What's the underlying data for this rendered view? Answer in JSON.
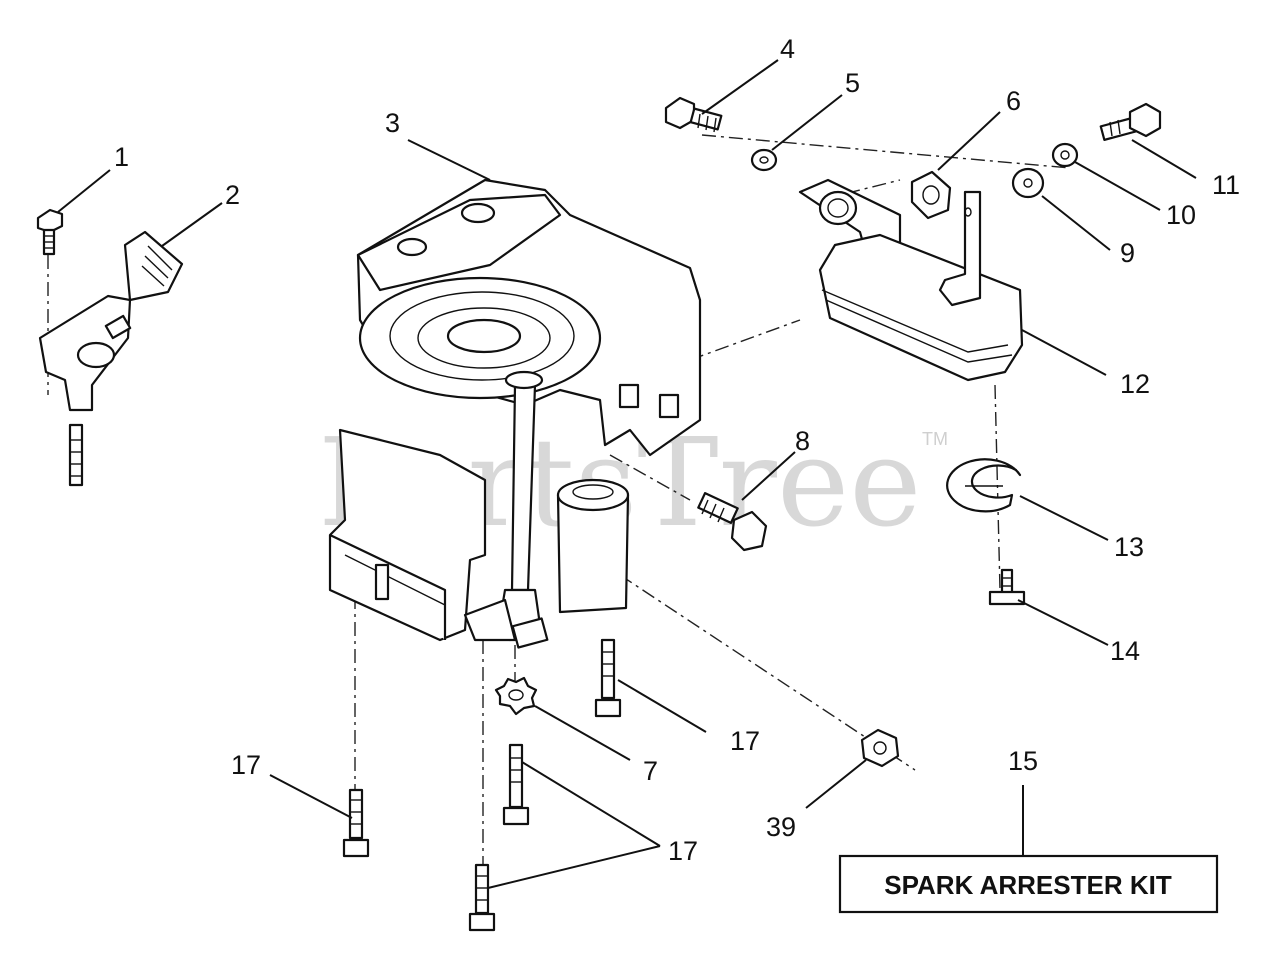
{
  "diagram": {
    "watermark": "PartsTree",
    "trademark": "TM",
    "kit_box_label": "SPARK ARRESTER KIT",
    "callouts": [
      {
        "id": "c1",
        "label": "1"
      },
      {
        "id": "c2",
        "label": "2"
      },
      {
        "id": "c3",
        "label": "3"
      },
      {
        "id": "c4",
        "label": "4"
      },
      {
        "id": "c5",
        "label": "5"
      },
      {
        "id": "c6",
        "label": "6"
      },
      {
        "id": "c7",
        "label": "7"
      },
      {
        "id": "c8",
        "label": "8"
      },
      {
        "id": "c9",
        "label": "9"
      },
      {
        "id": "c10",
        "label": "10"
      },
      {
        "id": "c11",
        "label": "11"
      },
      {
        "id": "c12",
        "label": "12"
      },
      {
        "id": "c13",
        "label": "13"
      },
      {
        "id": "c14",
        "label": "14"
      },
      {
        "id": "c15",
        "label": "15"
      },
      {
        "id": "c17a",
        "label": "17"
      },
      {
        "id": "c17b",
        "label": "17"
      },
      {
        "id": "c17c",
        "label": "17"
      },
      {
        "id": "c39",
        "label": "39"
      }
    ]
  }
}
